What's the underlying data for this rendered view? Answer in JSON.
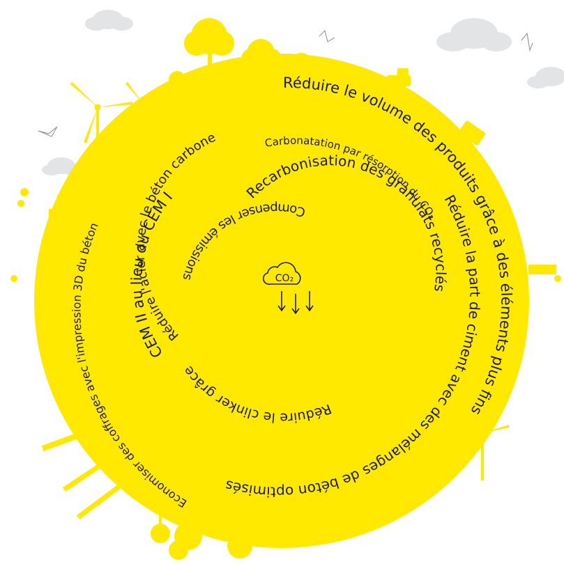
{
  "colors": {
    "yellow": "#FFE900",
    "cloud": "#e3e4e6",
    "ink": "#1a1a1a"
  },
  "icon": {
    "name": "co2-cloud-icon",
    "label": "CO₂"
  },
  "rings": {
    "compensate": "Compenser les émissions",
    "recarbonation": "Recarbonisation des granulats recyclés",
    "carbonation": "Carbonatation par résorption du CO₂",
    "steel": "Réduire l'acier avec le béton carbone",
    "cem": "CEM II au lieu du CEM I",
    "clinker": "Réduire le clinker grâce au",
    "cement_part": "Réduire la part de ciment avec des mélanges de béton optimisés",
    "volume": "Réduire le volume des produits grâce à des éléments plus fins",
    "formwork": "Economiser des coffrages avec l'impression 3D du béton"
  }
}
